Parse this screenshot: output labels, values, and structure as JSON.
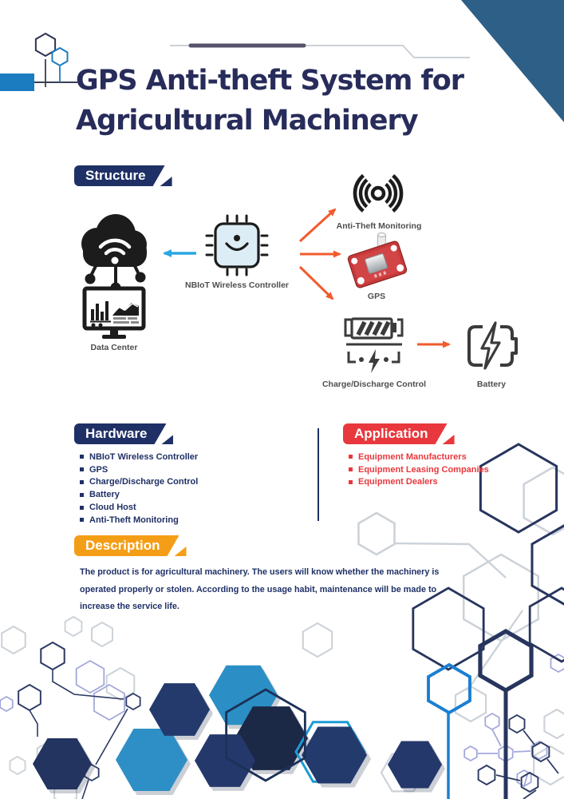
{
  "title": {
    "line1": "GPS Anti-theft System for",
    "line2": "Agricultural Machinery"
  },
  "sections": {
    "structure": {
      "label": "Structure"
    },
    "hardware": {
      "label": "Hardware",
      "items": [
        "NBIoT Wireless Controller",
        "GPS",
        "Charge/Discharge Control",
        "Battery",
        "Cloud Host",
        "Anti-Theft Monitoring"
      ]
    },
    "application": {
      "label": "Application",
      "items": [
        "Equipment Manufacturers",
        "Equipment Leasing Companies",
        "Equipment Dealers"
      ]
    },
    "description": {
      "label": "Description",
      "text": "The product is for agricultural machinery. The users will know whether the machinery is operated properly or stolen. According to the usage habit, maintenance will be made to increase the service life."
    }
  },
  "diagram": {
    "nodes": {
      "data_center": "Data Center",
      "controller": "NBIoT Wireless Controller",
      "anti_theft": "Anti-Theft Monitoring",
      "gps": "GPS",
      "charge": "Charge/Discharge Control",
      "battery": "Battery"
    },
    "icons": [
      "cloud-network-icon",
      "monitor-chart-icon",
      "chip-icon",
      "signal-waves-icon",
      "gps-module-icon",
      "charge-discharge-icon",
      "battery-icon"
    ]
  },
  "colors": {
    "navy": "#1f3066",
    "red": "#e8383d",
    "orange": "#f49e17",
    "arrow_orange": "#f15b2d",
    "arrow_blue": "#2aa7e0",
    "corner_triangle": "#2d5f87",
    "hex_blue": "#2b8fc5",
    "hex_navy": "#243a6d",
    "accent_blue": "#1b7cc0"
  }
}
